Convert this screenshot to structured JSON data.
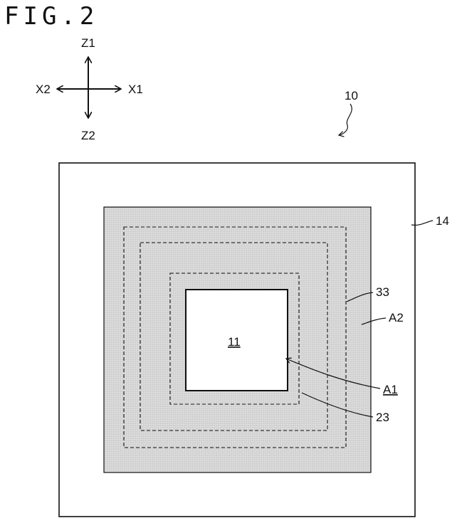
{
  "figure": {
    "title": "FIG.2"
  },
  "axes": {
    "up": "Z1",
    "down": "Z2",
    "left": "X2",
    "right": "X1"
  },
  "labels": {
    "device": "10",
    "outer_region": "14",
    "center_element": "11",
    "boundary_33": "33",
    "area_a2": "A2",
    "area_a1": "A1",
    "boundary_23": "23"
  },
  "colors": {
    "line": "#111111",
    "shaded": "#dcdcdc",
    "dots": "#9a9a9a",
    "background": "#ffffff"
  }
}
